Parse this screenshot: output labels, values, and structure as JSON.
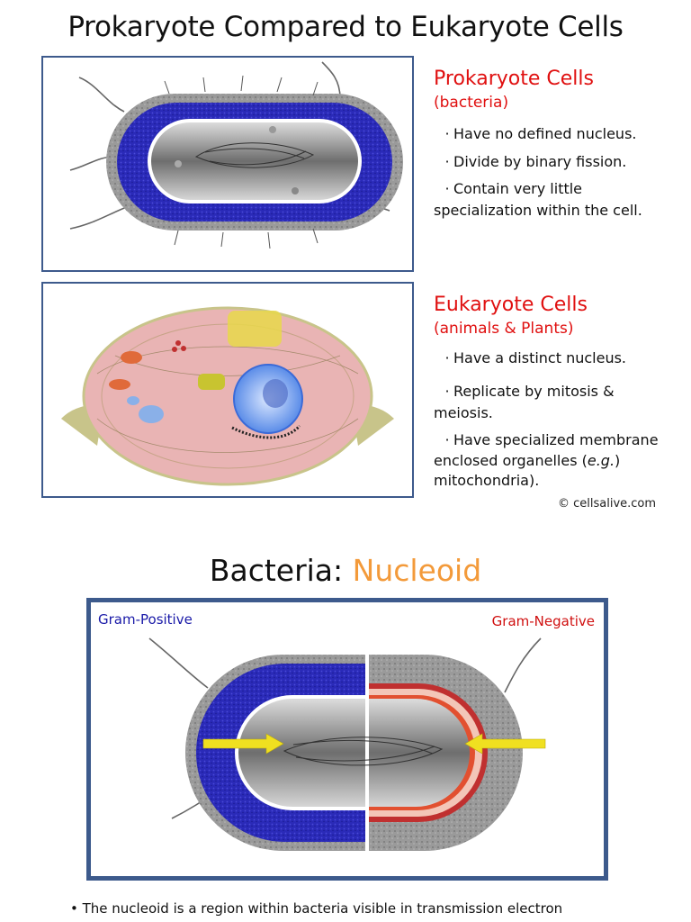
{
  "page_title": "Prokaryote Compared to Eukaryote Cells",
  "prokaryote": {
    "heading": "Prokaryote Cells",
    "subheading": "(bacteria)",
    "bullets": [
      "Have no defined nucleus.",
      "Divide by binary fission.",
      "Contain very little",
      "specialization within the cell."
    ]
  },
  "eukaryote": {
    "heading": "Eukaryote Cells",
    "subheading": "(animals & Plants)",
    "bullets": [
      "Have a distinct nucleus.",
      "Replicate by mitosis &",
      "meiosis.",
      "Have specialized membrane",
      "enclosed organelles (",
      "e.g.",
      ")",
      "mitochondria)."
    ]
  },
  "credit": "© cellsalive.com",
  "section2": {
    "title_prefix": "Bacteria: ",
    "title_accent": "Nucleoid",
    "left_label": "Gram-Positive",
    "right_label": "Gram-Negative"
  },
  "footnote": "The nucleoid is a region within bacteria visible in transmission electron",
  "colors": {
    "heading_red": "#e01010",
    "accent_orange": "#f39a3a",
    "gram_positive_blue": "#1a1aa8",
    "frame_blue": "#3d5a8c"
  }
}
